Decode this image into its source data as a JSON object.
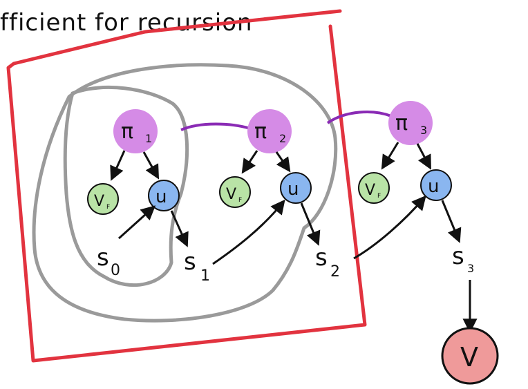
{
  "title": "fficient for recursion",
  "policies": [
    {
      "label": "π",
      "sub": "1"
    },
    {
      "label": "π",
      "sub": "2"
    },
    {
      "label": "π",
      "sub": "3"
    }
  ],
  "value_fn_nodes": [
    {
      "label": "V",
      "sub": "F"
    },
    {
      "label": "V",
      "sub": "F"
    },
    {
      "label": "V",
      "sub": "F"
    }
  ],
  "control_nodes": [
    {
      "label": "u"
    },
    {
      "label": "u"
    },
    {
      "label": "u"
    }
  ],
  "states": [
    {
      "label": "s",
      "sub": "0"
    },
    {
      "label": "s",
      "sub": "1"
    },
    {
      "label": "s",
      "sub": "2"
    },
    {
      "label": "s",
      "sub": "3"
    }
  ],
  "terminal": {
    "label": "V"
  },
  "colors": {
    "policy_fill": "#d58be6",
    "value_fill": "#b9e3a6",
    "control_fill": "#8ab6f0",
    "terminal_fill": "#ef9a9a",
    "red_box": "#e2333f",
    "gray_outline": "#9a9a9a",
    "link": "#8a2bb5",
    "ink": "#111111"
  }
}
